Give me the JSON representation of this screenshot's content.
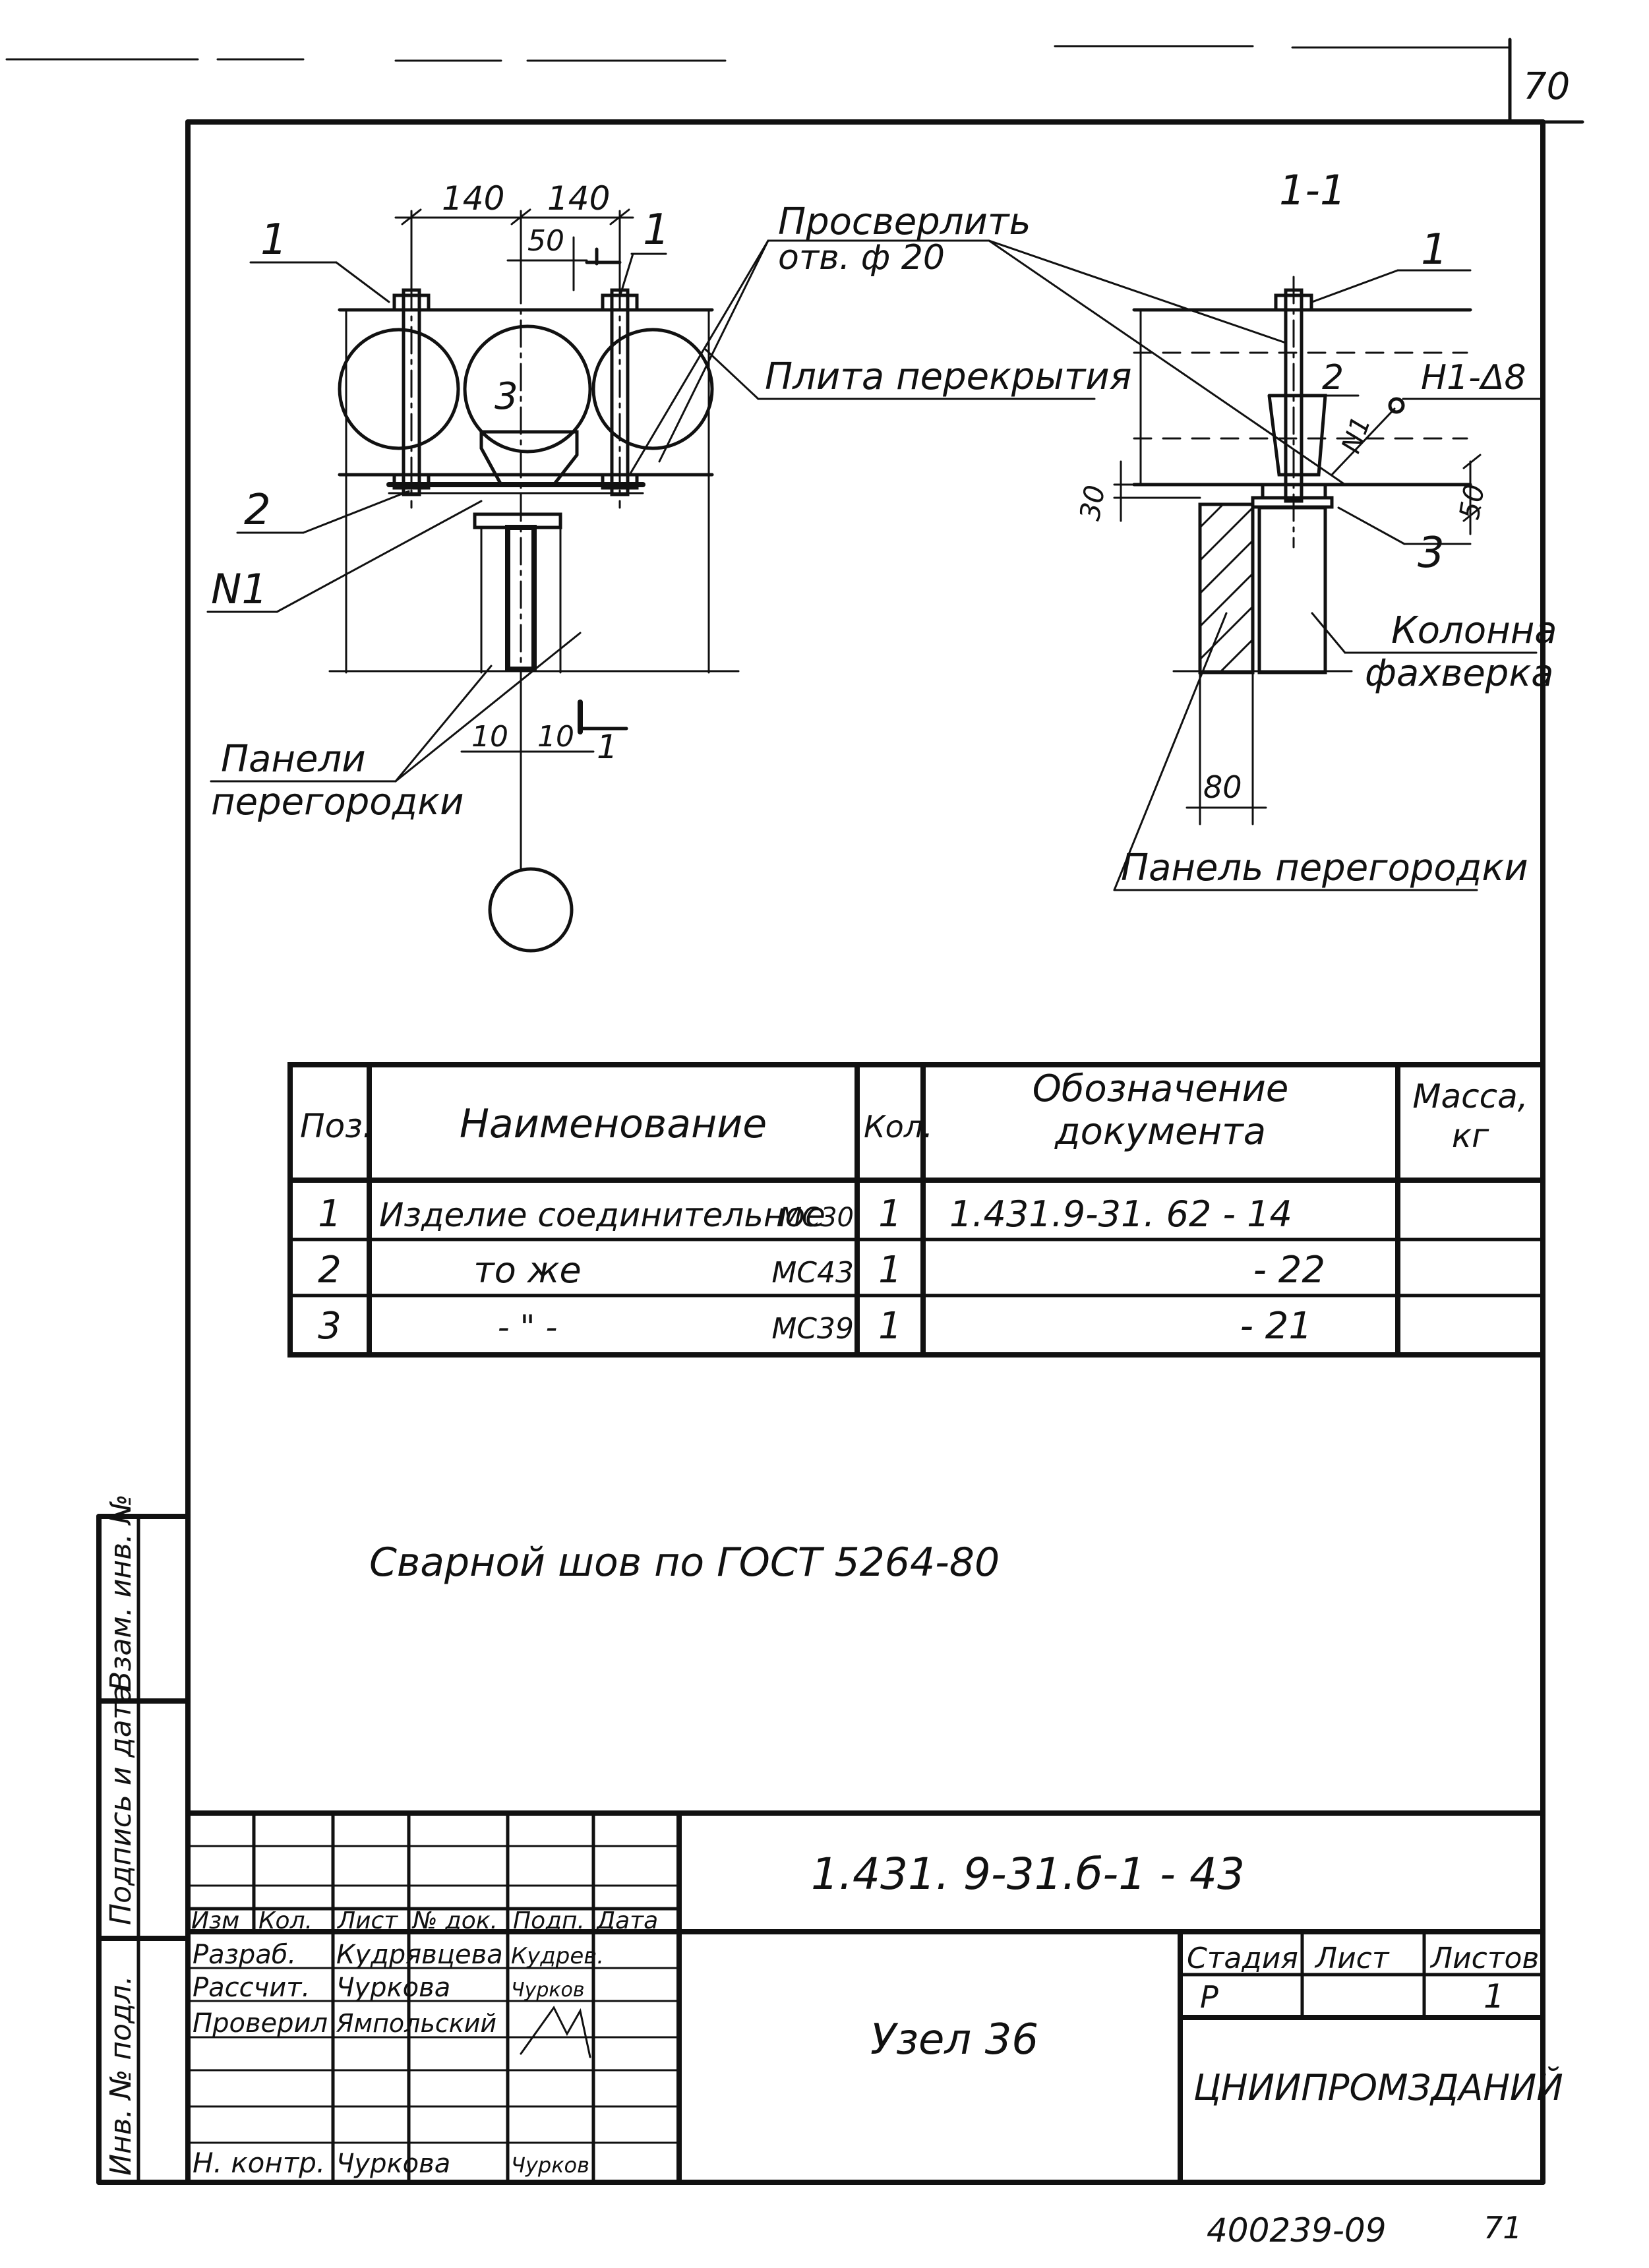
{
  "page_number": "70",
  "bottom_stamp": "400239-09",
  "bottom_stamp_page": "71",
  "plan_view": {
    "dim_140_left": "140",
    "dim_140_right": "140",
    "dim_50": "50",
    "dim_10_left": "10",
    "dim_10_right": "10",
    "label_1_left": "1",
    "label_1_right": "1",
    "label_2": "2",
    "label_3": "3",
    "label_n1": "N1",
    "section_mark": "1",
    "callout_drill_line1": "Просверлить",
    "callout_drill_line2": "отв. ф 20",
    "callout_slab": "Плита перекрытия",
    "callout_panels_line1": "Панели",
    "callout_panels_line2": "перегородки"
  },
  "section_view": {
    "title": "1-1",
    "label_1": "1",
    "label_2": "2",
    "label_3": "3",
    "weld": "Н1-Δ8",
    "weld_n": "N1",
    "dim_30": "30",
    "dim_50": "50",
    "dim_80": "80",
    "callout_column_line1": "Колонна",
    "callout_column_line2": "фахверка",
    "callout_panel": "Панель перегородки"
  },
  "spec_table": {
    "headers": {
      "pos": "Поз.",
      "name": "Наименование",
      "qty": "Кол.",
      "doc_line1": "Обозначение",
      "doc_line2": "документа",
      "mass_line1": "Масса,",
      "mass_line2": "кг"
    },
    "rows": [
      {
        "pos": "1",
        "name": "Изделие соединительное",
        "mark": "МС30",
        "qty": "1",
        "doc": "1.431.9-31. 62 - 14",
        "mass": ""
      },
      {
        "pos": "2",
        "name": "то же",
        "mark": "МС43",
        "qty": "1",
        "doc": "- 22",
        "mass": ""
      },
      {
        "pos": "3",
        "name": "- \" -",
        "mark": "МС39",
        "qty": "1",
        "doc": "- 21",
        "mass": ""
      }
    ]
  },
  "note": "Сварной шов по ГОСТ 5264-80",
  "side_stamp": {
    "cell1": "Взам. инв. №",
    "cell2": "Подпись и дата",
    "cell3": "Инв. № подл."
  },
  "title_block": {
    "designation": "1.431. 9-31.б-1 - 43",
    "title": "Узел 36",
    "org": "ЦНИИПРОМЗДАНИЙ",
    "header_row": [
      "Изм",
      "Кол.",
      "Лист",
      "№ док.",
      "Подп.",
      "Дата"
    ],
    "people": [
      {
        "role": "Разраб.",
        "name": "Кудрявцева",
        "sign": "Кудрев."
      },
      {
        "role": "Рассчит.",
        "name": "Чуркова",
        "sign": "Чурков"
      },
      {
        "role": "Проверил",
        "name": "Ямпольский",
        "sign": ""
      },
      {
        "role": "Н. контр.",
        "name": "Чуркова",
        "sign": "Чурков"
      }
    ],
    "stage_label": "Стадия",
    "sheet_label": "Лист",
    "sheets_label": "Листов",
    "stage_value": "Р",
    "sheets_value": "1"
  }
}
